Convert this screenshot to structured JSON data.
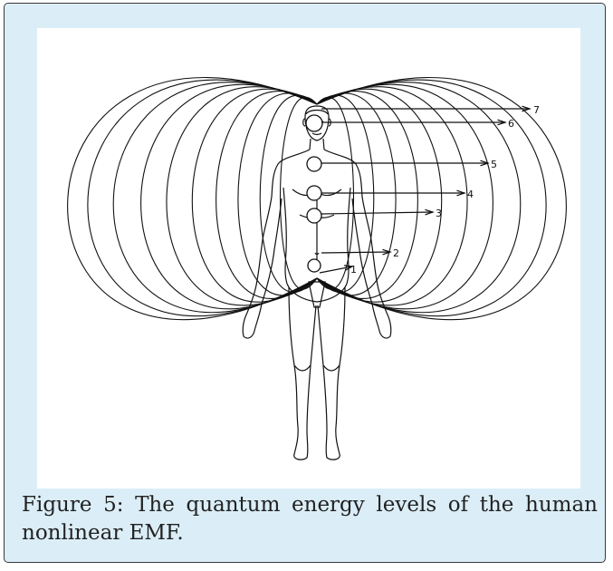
{
  "figure": {
    "caption": "Figure 5: The quantum energy levels of the human nonlinear EMF.",
    "levels": [
      {
        "label": "1"
      },
      {
        "label": "2"
      },
      {
        "label": "3"
      },
      {
        "label": "4"
      },
      {
        "label": "5"
      },
      {
        "label": "6"
      },
      {
        "label": "7"
      }
    ]
  },
  "colors": {
    "frame_background": "#dbeef8",
    "frame_border": "#3a3a3a",
    "line": "#111111"
  }
}
